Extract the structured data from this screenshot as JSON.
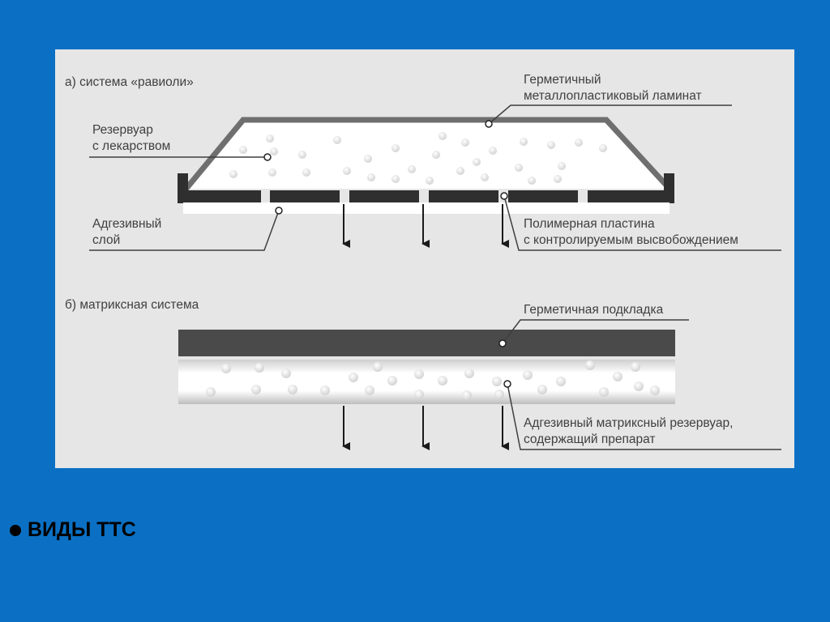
{
  "slide": {
    "background_color": "#0b70c4",
    "bullet_text": "ВИДЫ ТТС"
  },
  "diagram": {
    "section_a": {
      "heading": "а) система «равиоли»",
      "label_laminate_line1": "Герметичный",
      "label_laminate_line2": "металлопластиковый ламинат",
      "label_reservoir_line1": "Резервуар",
      "label_reservoir_line2": "с лекарством",
      "label_adhesive_line1": "Адгезивный",
      "label_adhesive_line2": "слой",
      "label_membrane_line1": "Полимерная пластина",
      "label_membrane_line2": "с контролируемым высвобождением"
    },
    "section_b": {
      "heading": "б) матриксная система",
      "label_backing": "Герметичная подкладка",
      "label_matrix_line1": "Адгезивный матриксный резервуар,",
      "label_matrix_line2": "содержащий препарат"
    },
    "colors": {
      "panel": "#e6e6e6",
      "laminate": "#6f6f6f",
      "membrane": "#2f2f2f",
      "backing": "#4a4a4a",
      "text": "#3f3f3f"
    }
  }
}
